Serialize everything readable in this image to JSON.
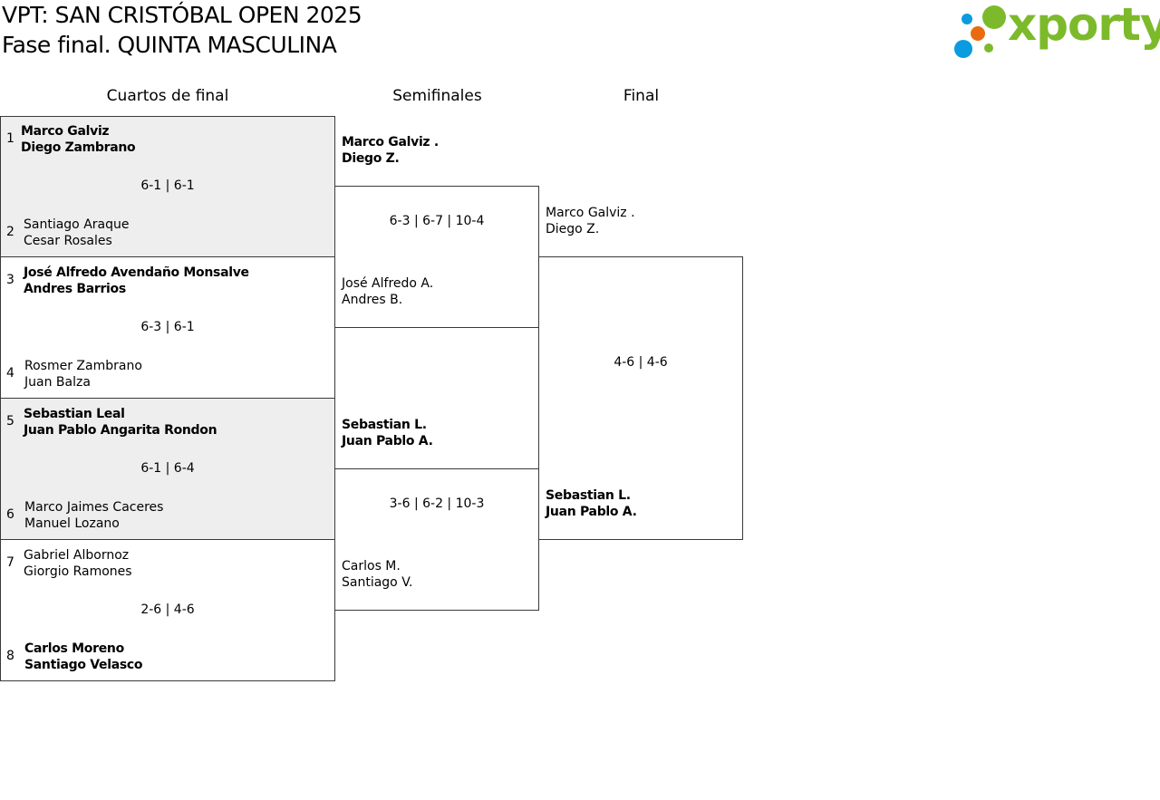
{
  "header": {
    "title": "VPT: SAN CRISTÓBAL OPEN 2025",
    "subtitle": "Fase final. QUINTA MASCULINA"
  },
  "logo": {
    "text": "xporty",
    "colors": {
      "blue": "#0a9be0",
      "orange": "#ea6a12",
      "green": "#7cba2b"
    }
  },
  "rounds": {
    "quarterfinals": "Cuartos de final",
    "semifinals": "Semifinales",
    "final": "Final"
  },
  "quarterfinals": [
    {
      "score": "6-1 | 6-1",
      "top": {
        "seed": "1",
        "p1": "Marco Galviz",
        "p2": "Diego Zambrano"
      },
      "bottom": {
        "seed": "2",
        "p1": "Santiago Araque",
        "p2": "Cesar Rosales"
      }
    },
    {
      "score": "6-3 | 6-1",
      "top": {
        "seed": "3",
        "p1": "José Alfredo Avendaño Monsalve",
        "p2": "Andres Barrios"
      },
      "bottom": {
        "seed": "4",
        "p1": "Rosmer Zambrano",
        "p2": "Juan Balza"
      }
    },
    {
      "score": "6-1 | 6-4",
      "top": {
        "seed": "5",
        "p1": "Sebastian Leal",
        "p2": "Juan Pablo Angarita Rondon"
      },
      "bottom": {
        "seed": "6",
        "p1": "Marco Jaimes Caceres",
        "p2": "Manuel Lozano"
      }
    },
    {
      "score": "2-6 | 4-6",
      "top": {
        "seed": "7",
        "p1": "Gabriel Albornoz",
        "p2": "Giorgio Ramones"
      },
      "bottom": {
        "seed": "8",
        "p1": "Carlos Moreno",
        "p2": "Santiago Velasco"
      }
    }
  ],
  "semifinals": [
    {
      "score": "6-3 | 6-7 | 10-4",
      "top": {
        "p1": "Marco Galviz .",
        "p2": "Diego Z."
      },
      "bottom": {
        "p1": "José Alfredo A.",
        "p2": "Andres B."
      }
    },
    {
      "score": "3-6 | 6-2 | 10-3",
      "top": {
        "p1": "Sebastian L.",
        "p2": "Juan Pablo A."
      },
      "bottom": {
        "p1": "Carlos M.",
        "p2": "Santiago V."
      }
    }
  ],
  "final": {
    "score": "4-6 | 4-6",
    "top": {
      "p1": "Marco Galviz .",
      "p2": "Diego Z."
    },
    "bottom": {
      "p1": "Sebastian L.",
      "p2": "Juan Pablo A."
    }
  }
}
